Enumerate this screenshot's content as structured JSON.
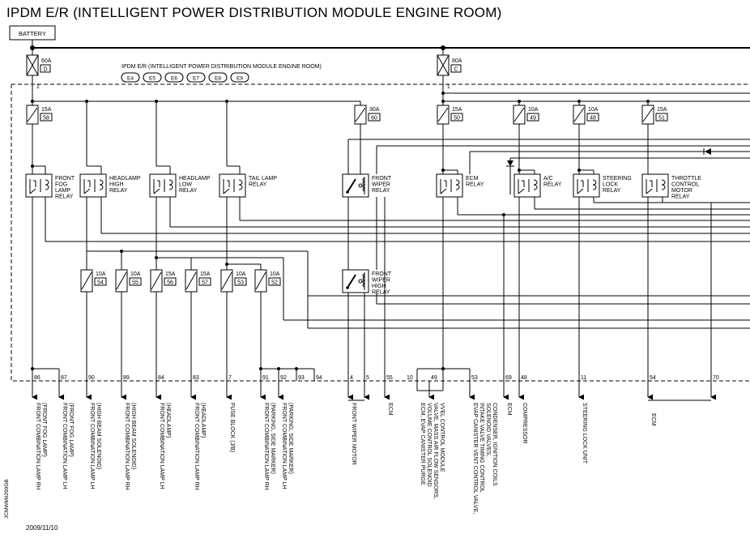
{
  "title": "IPDM E/R (INTELLIGENT POWER DISTRIBUTION MODULE ENGINE ROOM)",
  "battery_label": "BATTERY",
  "module_label": "IPDM E/R (INTELLIGENT POWER DISTRIBUTION MODULE ENGINE ROOM)",
  "connectors": [
    "E4",
    "E5",
    "E6",
    "E7",
    "E8",
    "E9"
  ],
  "main_fuses": [
    {
      "amp": "60A",
      "id": "D",
      "pin": "2"
    },
    {
      "amp": "80A",
      "id": "C",
      "pin": "1"
    }
  ],
  "top_fuses": [
    {
      "amp": "15A",
      "id": "58"
    },
    {
      "amp": "30A",
      "id": "60"
    },
    {
      "amp": "15A",
      "id": "50"
    },
    {
      "amp": "10A",
      "id": "49"
    },
    {
      "amp": "10A",
      "id": "48"
    },
    {
      "amp": "15A",
      "id": "51"
    }
  ],
  "low_fuses": [
    {
      "amp": "10A",
      "id": "54"
    },
    {
      "amp": "10A",
      "id": "55"
    },
    {
      "amp": "15A",
      "id": "56"
    },
    {
      "amp": "15A",
      "id": "57"
    },
    {
      "amp": "10A",
      "id": "53"
    },
    {
      "amp": "10A",
      "id": "52"
    }
  ],
  "relays": [
    {
      "lines": [
        "FRONT",
        "FOG",
        "LAMP",
        "RELAY"
      ]
    },
    {
      "lines": [
        "HEADLAMP",
        "HIGH",
        "RELAY"
      ]
    },
    {
      "lines": [
        "HEADLAMP",
        "LOW",
        "RELAY"
      ]
    },
    {
      "lines": [
        "TAIL LAMP",
        "RELAY"
      ]
    },
    {
      "lines": [
        "FRONT",
        "WIPER",
        "RELAY"
      ]
    },
    {
      "lines": [
        "ECM",
        "RELAY"
      ]
    },
    {
      "lines": [
        "A/C",
        "RELAY"
      ]
    },
    {
      "lines": [
        "STEERING",
        "LOCK",
        "RELAY"
      ]
    },
    {
      "lines": [
        "THROTTLE",
        "CONTROL",
        "MOTOR",
        "RELAY"
      ]
    },
    {
      "lines": [
        "FRONT",
        "WIPER",
        "HIGH",
        "RELAY"
      ]
    }
  ],
  "pins": [
    "86",
    "87",
    "90",
    "89",
    "84",
    "83",
    "7",
    "91",
    "92",
    "93",
    "94",
    "4",
    "5",
    "55",
    "10",
    "49",
    "53",
    "69",
    "48",
    "11",
    "54",
    "70"
  ],
  "destinations": [
    {
      "lines": [
        "FRONT COMBINATION LAMP RH",
        "(FRONT FOG LAMP)"
      ]
    },
    {
      "lines": [
        "FRONT COMBINATION LAMP LH",
        "(FRONT FOG LAMP)"
      ]
    },
    {
      "lines": [
        "FRONT COMBINATION LAMP LH",
        "(HIGH BEAM SOLENOID)"
      ]
    },
    {
      "lines": [
        "FRONT COMBINATION LAMP RH",
        "(HIGH BEAM SOLENOID)"
      ]
    },
    {
      "lines": [
        "FRONT COMBINATION LAMP LH",
        "(HEADLAMP)"
      ]
    },
    {
      "lines": [
        "FRONT COMBINATION LAMP RH",
        "(HEADLAMP)"
      ]
    },
    {
      "lines": [
        "FUSE BLOCK (J/B)"
      ]
    },
    {
      "lines": [
        "FRONT COMBINATION LAMP RH",
        "(PARKING, SIDE MARKER)"
      ]
    },
    {
      "lines": [
        "FRONT COMBINATION LAMP LH",
        "(PARKING, SIDE MARKER)"
      ]
    },
    {
      "lines": [
        "FRONT WIPER MOTOR"
      ]
    },
    {
      "lines": [
        "ECM"
      ]
    },
    {
      "lines": [
        "ECM, EVAP CANISTER PURGE",
        "VOLUME CONTROL SOLENOID",
        "VALVE, MASS AIR FLOW SENSORS,",
        "VVEL CONTROL MODULE"
      ]
    },
    {
      "lines": [
        "EVAP CANISTER VENT CONTROL VALVE,",
        "INTAKE VALVE TIMING CONTROL",
        "SOLENOID VALVES,",
        "CONDENSER, IGNITION COILS"
      ]
    },
    {
      "lines": [
        "ECM"
      ]
    },
    {
      "lines": [
        "COMPRESSOR"
      ]
    },
    {
      "lines": [
        "STEERING LOCK UNIT"
      ]
    },
    {
      "lines": [
        "ECM"
      ]
    }
  ],
  "side_code": "JCMWM6299GB",
  "date": "2009/11/10"
}
